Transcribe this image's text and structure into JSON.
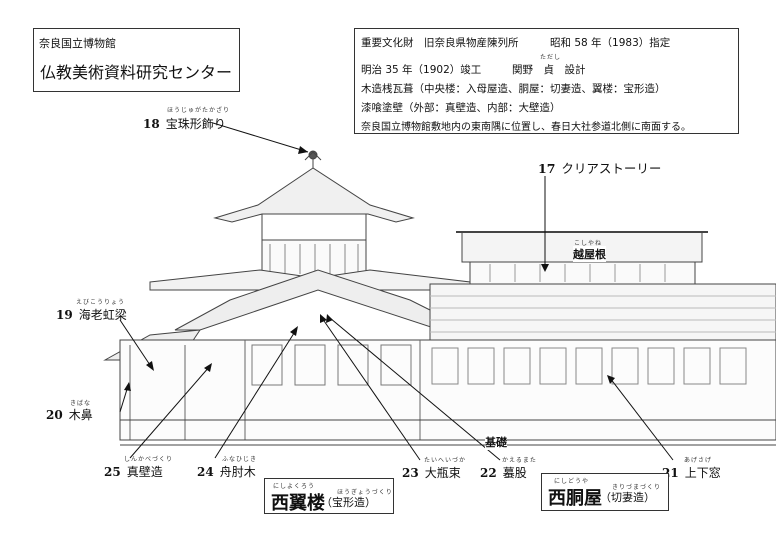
{
  "museum_box": {
    "line1": "奈良国立博物館",
    "line2": "仏教美術資料研究センター"
  },
  "info_box": {
    "r1_a": "重要文化財　旧奈良県物産陳列所",
    "r1_b": "昭和 58 年（1983）指定",
    "r2_a": "明治 35 年（1902）竣工",
    "r2_b": "関野　貞　設計",
    "r2_ruby": "ただし",
    "r3": "木造桟瓦葺（中央楼：入母屋造、胴屋：切妻造、翼楼：宝形造）",
    "r4": "漆喰塗壁（外部：真壁造、内部：大壁造）",
    "r5": "奈良国立博物館敷地内の東南隅に位置し、春日大社参道北側に南面する。"
  },
  "labels": [
    {
      "id": "18",
      "num": "18",
      "text": "宝珠形飾り",
      "ruby": "ほうじゅがたかざり"
    },
    {
      "id": "17",
      "num": "17",
      "text": "クリアストーリー",
      "ruby": ""
    },
    {
      "id": "17b",
      "num": "",
      "text": "越屋根",
      "ruby": "こしやね"
    },
    {
      "id": "19",
      "num": "19",
      "text": "海老虹梁",
      "ruby": "えびこうりょう"
    },
    {
      "id": "20",
      "num": "20",
      "text": "木鼻",
      "ruby": "きばな"
    },
    {
      "id": "25",
      "num": "25",
      "text": "真壁造",
      "ruby": "しんかべづくり"
    },
    {
      "id": "24",
      "num": "24",
      "text": "舟肘木",
      "ruby": "ふなひじき"
    },
    {
      "id": "23",
      "num": "23",
      "text": "大瓶束",
      "ruby": "たいへいづか"
    },
    {
      "id": "22",
      "num": "22",
      "text": "蟇股",
      "ruby": "かえるまた"
    },
    {
      "id": "21",
      "num": "21",
      "text": "上下窓",
      "ruby": "あげさげ"
    },
    {
      "id": "kiso",
      "num": "",
      "text": "基礎",
      "ruby": ""
    }
  ],
  "wings": {
    "west_wing": {
      "ruby": "にしよくろう",
      "title": "西翼楼",
      "sub_ruby": "ほうぎょうづくり",
      "sub": "（宝形造）"
    },
    "west_body": {
      "ruby": "にしどうや",
      "title": "西胴屋",
      "sub_ruby": "きりづまづくり",
      "sub": "（切妻造）"
    }
  },
  "icons": [
    "finial-icon"
  ]
}
